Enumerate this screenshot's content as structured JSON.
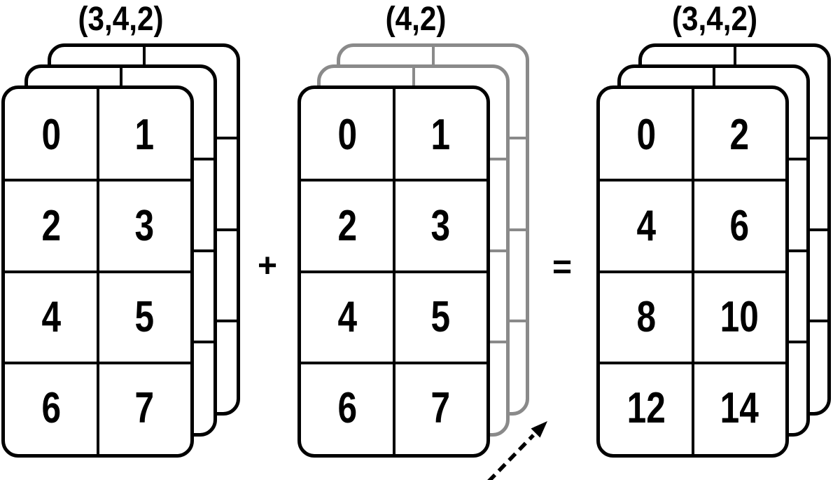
{
  "diagram": {
    "type": "array-broadcasting",
    "expression": "(3,4,2) + (4,2) = (3,4,2)"
  },
  "arrays": [
    {
      "shape_label": "(3,4,2)",
      "rows": 4,
      "cols": 2,
      "layers": 3,
      "layer_style": "solid-black",
      "cells": [
        "0",
        "1",
        "2",
        "3",
        "4",
        "5",
        "6",
        "7"
      ]
    },
    {
      "shape_label": "(4,2)",
      "rows": 4,
      "cols": 2,
      "layers": 3,
      "layer_style": "gray-broadcast-back-layers",
      "cells": [
        "0",
        "1",
        "2",
        "3",
        "4",
        "5",
        "6",
        "7"
      ]
    },
    {
      "shape_label": "(3,4,2)",
      "rows": 4,
      "cols": 2,
      "layers": 3,
      "layer_style": "solid-black",
      "cells": [
        "0",
        "2",
        "4",
        "6",
        "8",
        "10",
        "12",
        "14"
      ]
    }
  ],
  "operators": {
    "plus": "+",
    "equals": "="
  },
  "icons": {
    "broadcast_arrow": "dashed-diagonal-arrow-up-right"
  },
  "colors": {
    "line_black": "#000000",
    "broadcast_gray": "#8a8a8a",
    "background": "#ffffff",
    "text": "#000000"
  }
}
